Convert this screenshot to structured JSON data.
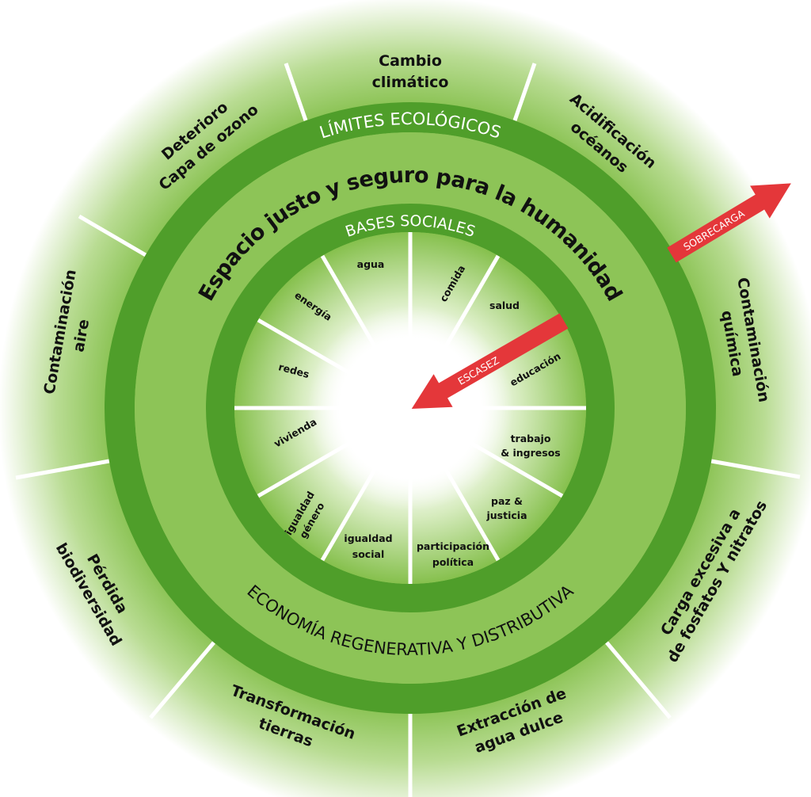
{
  "title": "Espacio justo y seguro para la humanidad",
  "rings": {
    "outer": "LÍMITES ECOLÓGICOS",
    "inner": "BASES SOCIALES",
    "bottom": "ECONOMÍA REGENERATIVA Y DISTRIBUTIVA"
  },
  "ecological_limits": [
    {
      "l1": "Cambio",
      "l2": "climático"
    },
    {
      "l1": "Acidificación",
      "l2": "océanos"
    },
    {
      "l1": "Contaminación",
      "l2": "química"
    },
    {
      "l1": "Carga excesiva a",
      "l2": "de fosfatos Y nitratos"
    },
    {
      "l1": "Extracción de",
      "l2": "agua dulce"
    },
    {
      "l1": "Transformación",
      "l2": "tierras"
    },
    {
      "l1": "Pérdida",
      "l2": "biodiversidad"
    },
    {
      "l1": "Contaminación",
      "l2": "aire"
    },
    {
      "l1": "Deterioro",
      "l2": "Capa de ozono"
    }
  ],
  "social_foundations": [
    {
      "l1": "agua"
    },
    {
      "l1": "comida"
    },
    {
      "l1": "salud"
    },
    {
      "l1": "educación"
    },
    {
      "l1": "trabajo",
      "l2": "& ingresos"
    },
    {
      "l1": "paz &",
      "l2": "justicia"
    },
    {
      "l1": "participación",
      "l2": "política"
    },
    {
      "l1": "igualdad",
      "l2": "social"
    },
    {
      "l1": "igualdad",
      "l2": "género"
    },
    {
      "l1": "vivienda"
    },
    {
      "l1": "redes"
    },
    {
      "l1": "energía"
    }
  ],
  "arrows": {
    "overshoot": "SOBRECARGA",
    "shortfall": "ESCASEZ"
  },
  "colors": {
    "dark_green": "#4f9e2a",
    "light_green": "#8dc457",
    "arrow_red": "#e4373a"
  }
}
